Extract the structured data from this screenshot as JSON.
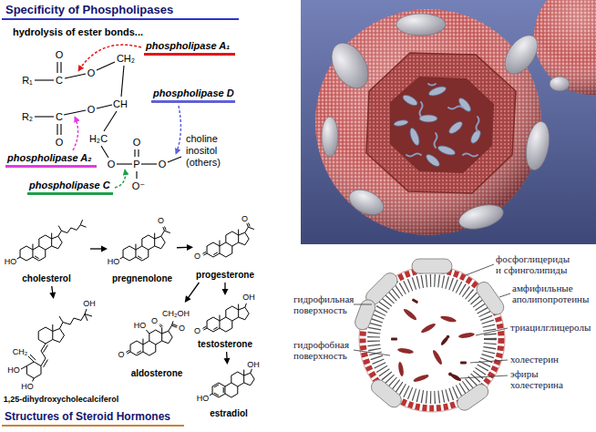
{
  "diagram": {
    "title": "Specificity of Phospholipases",
    "nodes": [
      {
        "text": [
          "cholesterol"
        ]
      },
      {
        "text": [
          "pregnenolone"
        ]
      },
      {
        "text": [
          "progesterone"
        ]
      },
      {
        "text": [
          "1,25-dihydroxycholecalciferol"
        ]
      },
      {
        "text": [
          "aldosterone"
        ]
      },
      {
        "text": [
          "testosterone"
        ]
      },
      {
        "text": [
          "estradiol"
        ]
      }
    ],
    "edges": [
      {
        "from": 0,
        "to": 1,
        "arrow": "to"
      },
      {
        "from": 1,
        "to": 2,
        "arrow": "to"
      },
      {
        "from": 0,
        "to": 3,
        "arrow": "to"
      },
      {
        "from": 2,
        "to": 4,
        "arrow": "to"
      },
      {
        "from": 2,
        "to": 5,
        "arrow": "to"
      },
      {
        "from": 5,
        "to": 6,
        "arrow": "to"
      }
    ],
    "labels": [
      "hydrolysis of ester bonds...",
      "phospholipase A₁",
      "phospholipase D",
      "choline inositol (others)",
      "phospholipase A₂",
      "phospholipase C",
      "R₁",
      "C",
      "O",
      "O",
      "CH₂",
      "CH",
      "O",
      "C",
      "R₂",
      "O",
      "H₂C",
      "O",
      "P",
      "O",
      "O⁻",
      "O",
      "HO",
      "HO",
      "O",
      "O",
      "O",
      "OH",
      "CH₂",
      "HO",
      "HO",
      "O",
      "HO",
      "O",
      "CH₂OH",
      "O",
      "O",
      "OH",
      "HO",
      "OH",
      "Structures of Steroid Hormones",
      "фосфоглицериды и сфинголипиды",
      "амфифильные аполипопротеины",
      "гидрофильная поверхность",
      "триацилглицеролы",
      "гидрофобная поверхность",
      "холестерин",
      "эфиры холестерина"
    ]
  }
}
